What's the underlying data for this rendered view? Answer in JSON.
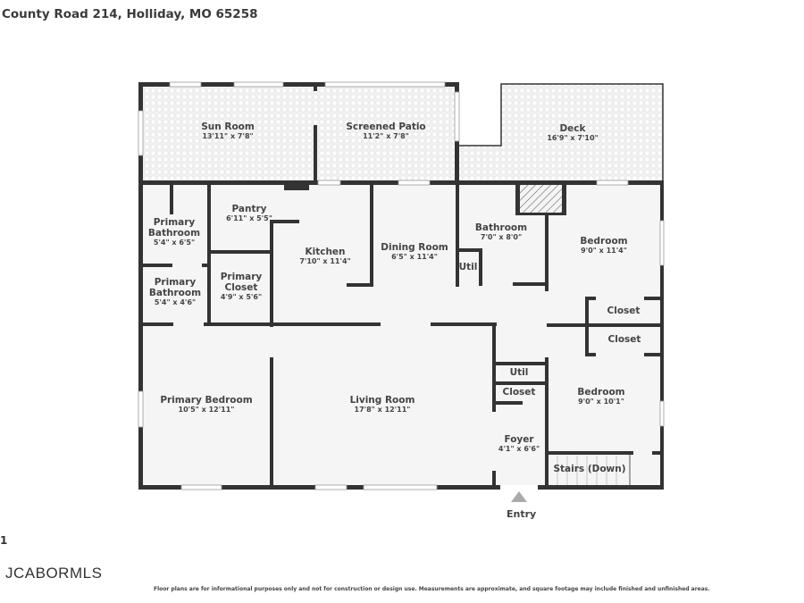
{
  "header": {
    "title": "County Road 214, Holliday, MO 65258"
  },
  "page_number": "1",
  "logo": "JCABORMLS",
  "disclaimer": "Floor plans are for informational purposes only and not for construction or design use. Measurements are approximate, and square footage may include finished and unfinished areas.",
  "entry_label": "Entry",
  "rooms": {
    "sun_room": {
      "name": "Sun Room",
      "dims": "13'11\" x 7'8\""
    },
    "screened_patio": {
      "name": "Screened Patio",
      "dims": "11'2\" x 7'8\""
    },
    "deck": {
      "name": "Deck",
      "dims": "16'9\" x 7'10\""
    },
    "primary_bathroom_1": {
      "name": "Primary Bathroom",
      "dims": "5'4\" x 6'5\""
    },
    "primary_bathroom_2": {
      "name": "Primary Bathroom",
      "dims": "5'4\" x 4'6\""
    },
    "pantry": {
      "name": "Pantry",
      "dims": "6'11\" x 5'5\""
    },
    "primary_closet": {
      "name": "Primary Closet",
      "dims": "4'9\" x 5'6\""
    },
    "kitchen": {
      "name": "Kitchen",
      "dims": "7'10\" x 11'4\""
    },
    "dining_room": {
      "name": "Dining Room",
      "dims": "6'5\" x 11'4\""
    },
    "bathroom": {
      "name": "Bathroom",
      "dims": "7'0\" x 8'0\""
    },
    "util_1": {
      "name": "Util"
    },
    "bedroom_1": {
      "name": "Bedroom",
      "dims": "9'0\" x 11'4\""
    },
    "closet_1": {
      "name": "Closet"
    },
    "closet_2": {
      "name": "Closet"
    },
    "util_2": {
      "name": "Util"
    },
    "closet_3": {
      "name": "Closet"
    },
    "bedroom_2": {
      "name": "Bedroom",
      "dims": "9'0\" x 10'1\""
    },
    "primary_bedroom": {
      "name": "Primary Bedroom",
      "dims": "10'5\" x 12'11\""
    },
    "living_room": {
      "name": "Living Room",
      "dims": "17'8\" x 12'11\""
    },
    "foyer": {
      "name": "Foyer",
      "dims": "4'1\" x 6'6\""
    },
    "stairs": {
      "name": "Stairs (Down)"
    }
  },
  "colors": {
    "wall": "#333333",
    "floor": "#f4f4f4",
    "tile": "#e6e6e6",
    "window": "#cfcfcf"
  }
}
